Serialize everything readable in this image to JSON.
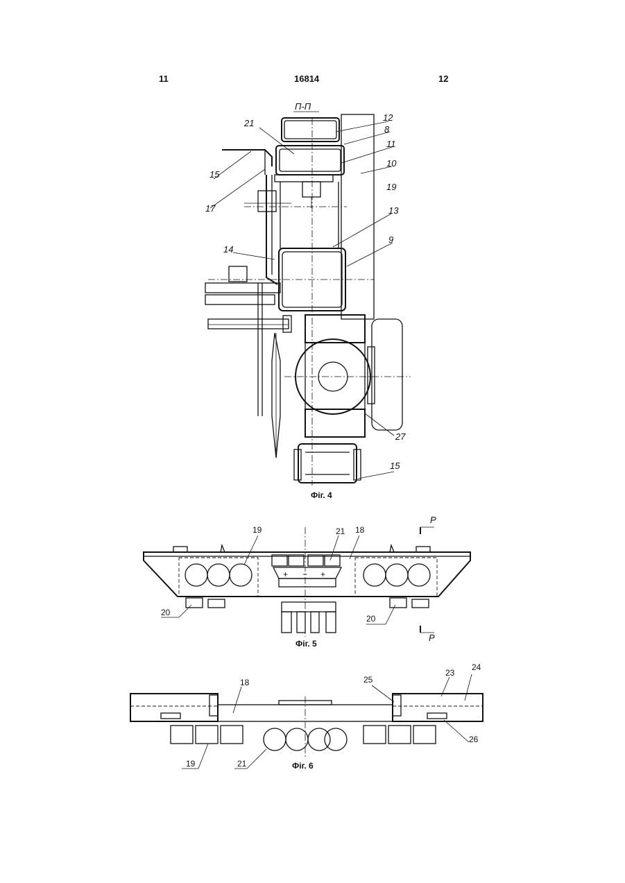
{
  "header": {
    "page_left": "11",
    "doc_number": "16814",
    "page_right": "12"
  },
  "fig4": {
    "caption": "Фіг. 4",
    "section_label": "П-П",
    "callouts": [
      "12",
      "8",
      "11",
      "10",
      "19",
      "13",
      "9",
      "21",
      "15",
      "17",
      "14",
      "27",
      "15"
    ]
  },
  "fig5": {
    "caption": "Фіг. 5",
    "callouts": [
      "19",
      "21",
      "18",
      "20",
      "20"
    ],
    "section_mark_top": "Р",
    "section_mark_bottom": "Р",
    "signs": [
      "+",
      "−",
      "+"
    ]
  },
  "fig6": {
    "caption": "Фіг. 6",
    "callouts": [
      "18",
      "25",
      "23",
      "24",
      "26",
      "19",
      "21"
    ]
  }
}
